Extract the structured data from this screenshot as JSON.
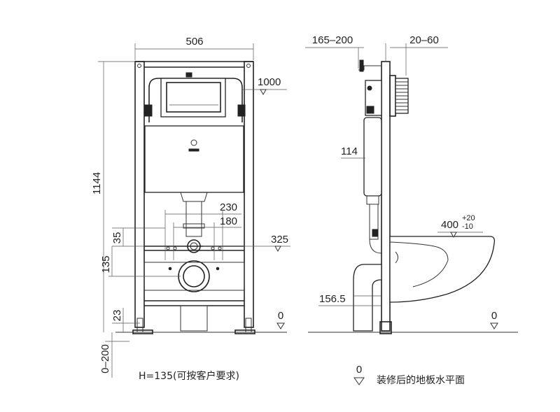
{
  "front_view": {
    "width_dim": "506",
    "height_dim": "1144",
    "flush_height": "1000",
    "pipe_230": "230",
    "pipe_180": "180",
    "dim_35": "35",
    "dim_325": "325",
    "dim_135": "135",
    "dim_23": "23",
    "dim_0_200": "0–200",
    "floor_level": "0",
    "h_note": "H=135(可按客户要求)"
  },
  "side_view": {
    "depth_top": "165–200",
    "wall_gap": "20–60",
    "dim_114": "114",
    "dim_156_5": "156.5",
    "floor_level": "0",
    "bowl_height_base": "400",
    "bowl_tol_plus": "+20",
    "bowl_tol_minus": "-10",
    "bowl_floor_level": "0"
  },
  "legend": {
    "symbol_label": "0",
    "text": "装修后的地板水平面"
  }
}
